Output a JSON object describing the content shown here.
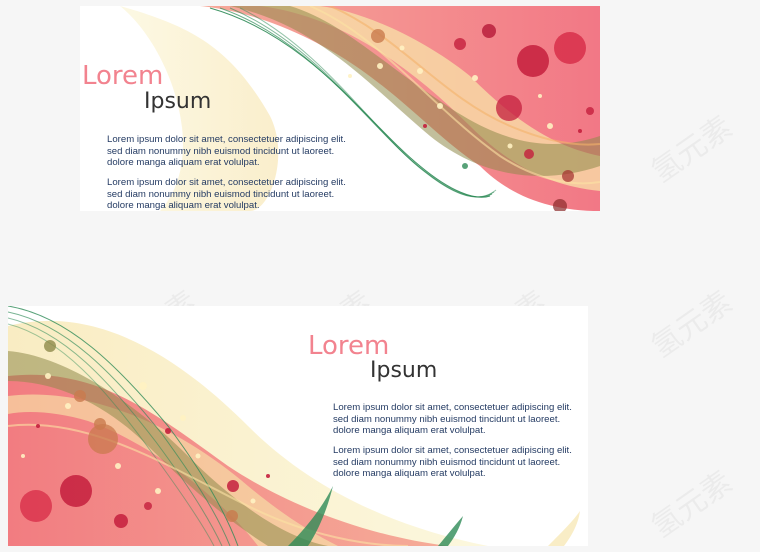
{
  "watermark": "氢元素",
  "cards": [
    {
      "title_primary": "Lorem",
      "title_secondary": "Ipsum",
      "paragraphs": [
        "Lorem ipsum dolor sit amet, consectetuer adipiscing elit.\nsed diam nonummy nibh euismod tincidunt ut laoreet.\ndolore manga aliquam erat volulpat.",
        "Lorem ipsum dolor sit amet, consectetuer adipiscing elit.\nsed diam nonummy nibh euismod tincidunt ut laoreet.\ndolore manga aliquam erat volulpat."
      ]
    },
    {
      "title_primary": "Lorem",
      "title_secondary": "Ipsum",
      "paragraphs": [
        "Lorem ipsum dolor sit amet, consectetuer adipiscing elit.\nsed diam nonummy nibh euismod tincidunt ut laoreet.\ndolore manga aliquam erat volulpat.",
        "Lorem ipsum dolor sit amet, consectetuer adipiscing elit.\nsed diam nonummy nibh euismod tincidunt ut laoreet.\ndolore manga aliquam erat volulpat."
      ]
    }
  ],
  "colors": {
    "title_pink": "#f2838f",
    "title_dark": "#333333",
    "body_text": "#243b63",
    "wave_red": "#f0606e",
    "wave_peach": "#f6b49a",
    "wave_cream": "#f8f0c4",
    "wave_green": "#2e8b57",
    "wave_olive": "#8f8a4a"
  }
}
